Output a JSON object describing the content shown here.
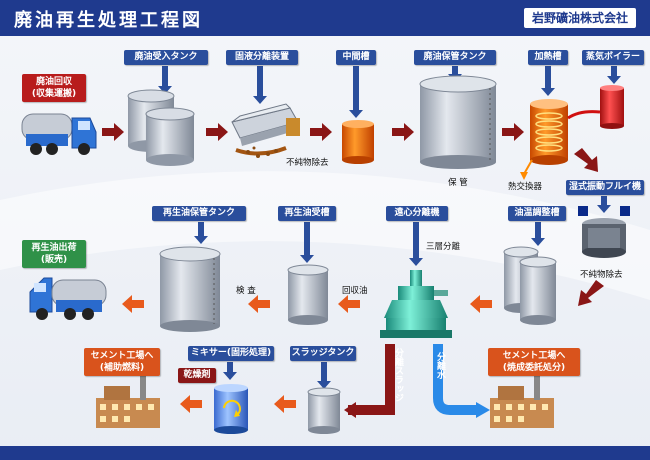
{
  "header": {
    "title": "廃油再生処理工程図",
    "company": "岩野礦油株式会社"
  },
  "labels": {
    "waste_oil_collection": [
      "廃油回収",
      "(収集運搬)"
    ],
    "waste_oil_receiving_tank": "廃油受入タンク",
    "solid_liquid_separator": "固液分離装置",
    "intermediate_tank": "中間槽",
    "waste_oil_storage_tank": "廃油保管タンク",
    "heating_tank": "加熱槽",
    "steam_boiler": "蒸気ボイラー",
    "wet_vibrating_sieve": "湿式振動フルイ機",
    "oil_temp_adjust_tank": "油温調整槽",
    "centrifuge": "遠心分離機",
    "recycled_oil_receiving_tank": "再生油受槽",
    "recycled_oil_storage_tank": "再生油保管タンク",
    "recycled_oil_shipment": [
      "再生油出荷",
      "(販売)"
    ],
    "cement_plant_fuel": [
      "セメント工場へ",
      "(補助燃料)"
    ],
    "mixer": "ミキサー(固形処理)",
    "sludge_tank": "スラッジタンク",
    "cement_plant_incineration": [
      "セメント工場へ",
      "(焼成委託処分)"
    ],
    "drying_agent": "乾燥剤"
  },
  "notes": {
    "impurity_removal_1": "不純物除去",
    "storage": "保 管",
    "heat_exchanger": "熱交換器",
    "impurity_removal_2": "不純物除去",
    "three_layer_separation": "三層分離",
    "recovered_oil": "回収油",
    "inspection": "検 査",
    "separated_sludge": "分離スラッジ",
    "separated_water": "分離水"
  }
}
